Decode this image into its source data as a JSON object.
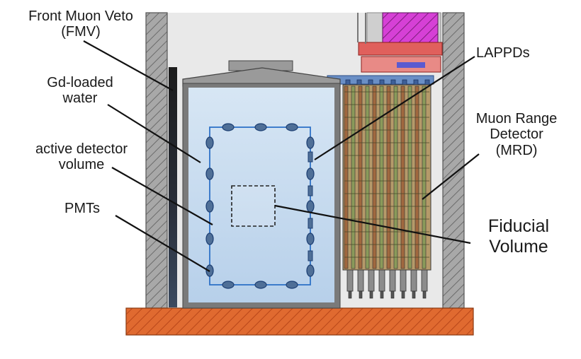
{
  "labels": {
    "fmv": "Front Muon Veto\n(FMV)",
    "gd_water": "Gd-loaded\nwater",
    "active_volume": "active detector\nvolume",
    "pmts": "PMTs",
    "lappds": "LAPPDs",
    "mrd": "Muon Range\nDetector\n(MRD)",
    "fiducial": "Fiducial\nVolume"
  },
  "colors": {
    "wall_fill": "#a8a8a8",
    "hall_fill": "#e9e9e9",
    "floor_fill": "#d9622b",
    "tank_wall": "#6f6f6f",
    "water_top": "#d7e6f4",
    "water_bottom": "#b7d0ea",
    "pmt_fill": "#4f6f97",
    "pmt_outline": "#1d3f73",
    "active_outline": "#2f72c7",
    "mrd_green": "#7a8f52",
    "mrd_brown": "#9a5e3c",
    "lappd_blue": "#5a7fb8",
    "electronics_red": "#d9534f",
    "electronics_magenta": "#cc33cc",
    "leader_line": "#111111"
  }
}
